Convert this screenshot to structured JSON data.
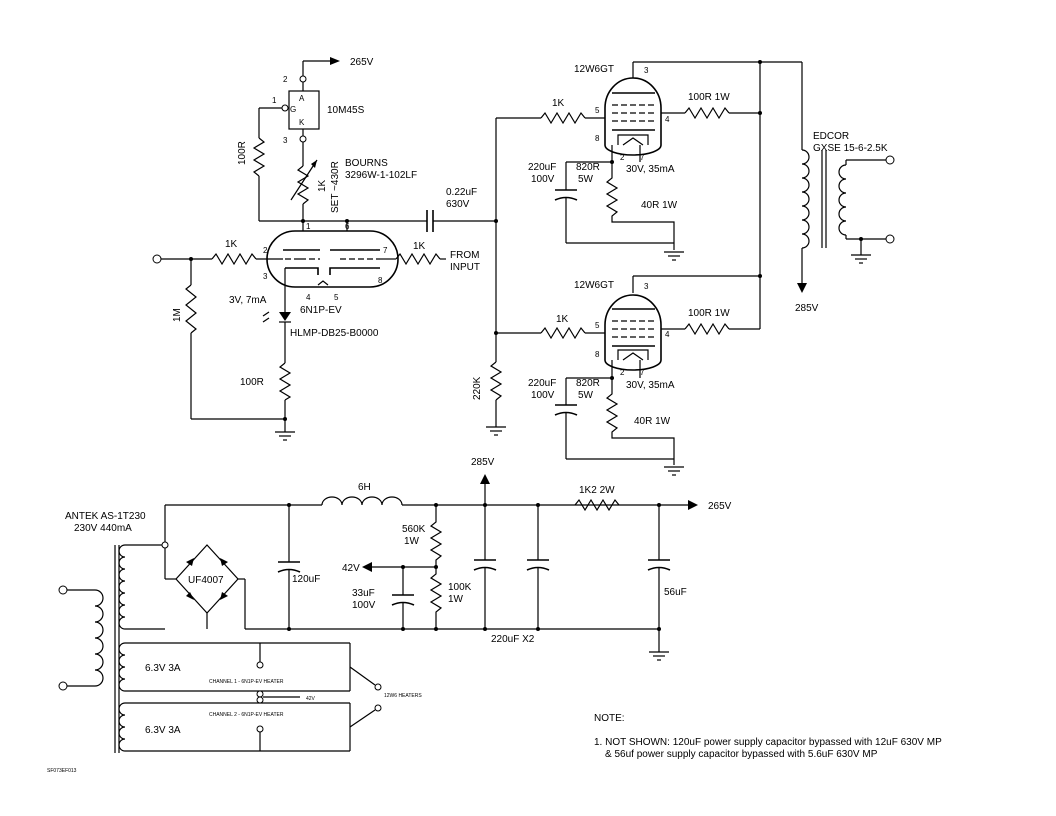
{
  "amp_stage": {
    "scr_pins": {
      "a": "2",
      "g": "1",
      "k": "3"
    },
    "scr_letters": {
      "a": "A",
      "g": "G",
      "k": "K"
    },
    "scr_part": "10M45S",
    "supply_top": "265V",
    "r_gate": "100R",
    "pot_value": "1K",
    "pot_set": "SET ~430R",
    "pot_brand": "BOURNS",
    "pot_part": "3296W-1-102LF",
    "tube_part": "6N1P-EV",
    "tube_pins": {
      "p1": "1",
      "p6": "6",
      "p2": "2",
      "p7": "7",
      "p3": "3",
      "p8": "8",
      "p4": "4",
      "p5": "5"
    },
    "r_grid_left": "1K",
    "r_grid_right": "1K",
    "cap_coupling": "0.22uF",
    "cap_coupling_v": "630V",
    "input_label_1": "FROM",
    "input_label_2": "INPUT",
    "r_input": "1M",
    "bias": "3V, 7mA",
    "led_part": "HLMP-DB25-B0000",
    "r_cathode": "100R"
  },
  "output_stage": {
    "tube": "12W6GT",
    "pin3": "3",
    "pin5": "5",
    "pin4": "4",
    "pin8": "8",
    "pin2": "2",
    "pin7": "7",
    "r_grid": "1K",
    "r_screen": "100R 1W",
    "cap_cathode": "220uF",
    "cap_cathode_v": "100V",
    "r_cathode": "820R",
    "r_cathode_w": "5W",
    "bias": "30V, 35mA",
    "r_heater": "40R 1W",
    "r_grid_leak": "220K",
    "transformer_brand": "EDCOR",
    "transformer_part": "GXSE 15-6-2.5K",
    "b_plus": "285V"
  },
  "power_supply": {
    "transformer_part": "ANTEK AS-1T230",
    "transformer_rating": "230V 440mA",
    "rectifier": "UF4007",
    "cap_reservoir": "120uF",
    "choke": "6H",
    "node_285": "285V",
    "r_divider_top": "560K",
    "r_divider_top_w": "1W",
    "r_divider_bot": "100K",
    "r_divider_bot_w": "1W",
    "node_42": "42V",
    "cap_42": "33uF",
    "cap_42_v": "100V",
    "cap_pair": "220uF X2",
    "r_drop": "1K2 2W",
    "node_265": "265V",
    "cap_out": "56uF",
    "heater_1": "6.3V 3A",
    "heater_2": "6.3V 3A",
    "heater_ch1": "CHANNEL 1 - 6N1P-EV HEATER",
    "heater_ch2": "CHANNEL 2 - 6N1P-EV HEATER",
    "heater_42": "42V",
    "heater_12w6": "12W6 HEATERS"
  },
  "notes": {
    "title": "NOTE:",
    "line1": "1. NOT SHOWN: 120uF power supply capacitor bypassed with 12uF 630V MP",
    "line2": "& 56uf power supply capacitor bypassed with 5.6uF 630V MP"
  },
  "drawing_id": "SF073EF013"
}
